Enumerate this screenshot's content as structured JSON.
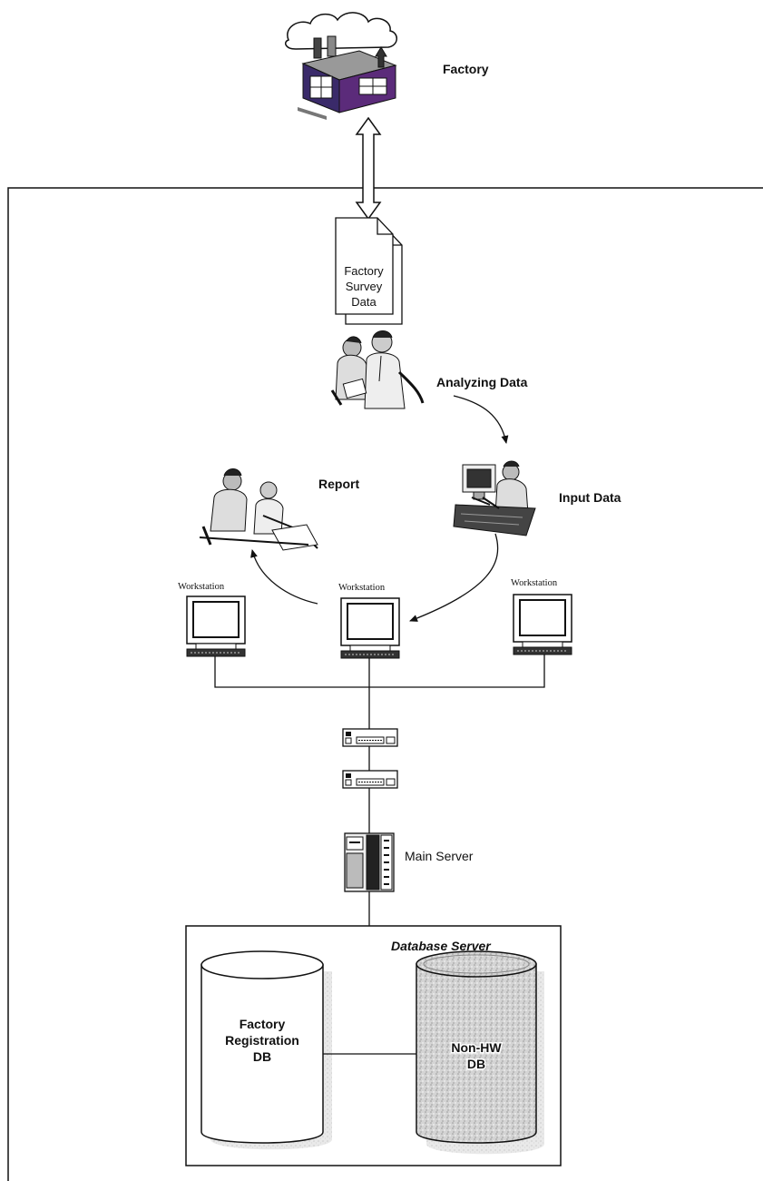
{
  "labels": {
    "factory": "Factory",
    "survey_line1": "Factory",
    "survey_line2": "Survey",
    "survey_line3": "Data",
    "analyzing": "Analyzing Data",
    "report": "Report",
    "input": "Input Data",
    "workstation_left": "Workstation",
    "workstation_center": "Workstation",
    "workstation_right": "Workstation",
    "main_server": "Main Server",
    "database_server": "Database Server",
    "db1_line1": "Factory",
    "db1_line2": "Registration",
    "db1_line3": "DB",
    "db2_line1": "Non-HW",
    "db2_line2": "DB"
  }
}
